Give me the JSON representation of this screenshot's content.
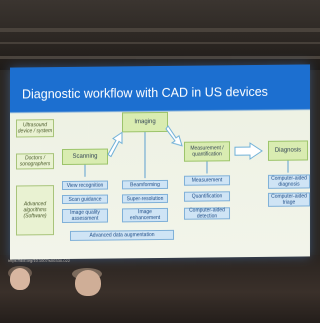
{
  "slide": {
    "title": "Diagnostic workflow with CAD in US devices",
    "rows": {
      "device": "Ultrasound device / system",
      "sonographer": "Doctors / sonographers",
      "algorithms": "Advanced algorithms (Software)"
    },
    "stages": {
      "imaging": "Imaging",
      "scanning": "Scanning",
      "measurement": "Measurement / quantification",
      "diagnosis": "Diagnosis"
    },
    "scanning_items": [
      "View recognition",
      "Scan guidance",
      "Image quality assessment"
    ],
    "imaging_items": [
      "Beamforming",
      "Super-resolution",
      "Image enhancement"
    ],
    "measurement_items": [
      "Measurement",
      "Quantification",
      "Computer-aided detection"
    ],
    "diagnosis_items": [
      "Computer-aided diagnosis",
      "Computer-aided triage"
    ],
    "augmentation": "Advanced data augmentation"
  },
  "caption": "https://doi.org/10.1007/s00330-022"
}
